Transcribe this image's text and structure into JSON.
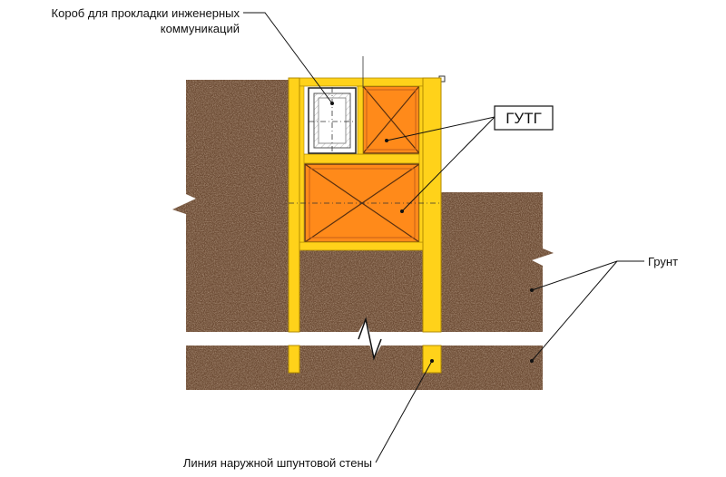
{
  "labels": {
    "duct_line1": "Короб для прокладки инженерных",
    "duct_line2": "коммуникаций",
    "gutg": "ГУТГ",
    "soil": "Грунт",
    "sheet_wall": "Линия наружной шпунтовой стены"
  },
  "colors": {
    "soil": "#6b4a33",
    "soil_dark": "#4a3020",
    "soil_light": "#8a6a50",
    "sheet_pile": "#ffd21a",
    "gutg": "#ff8a1a",
    "duct": "#f2f2f2"
  }
}
